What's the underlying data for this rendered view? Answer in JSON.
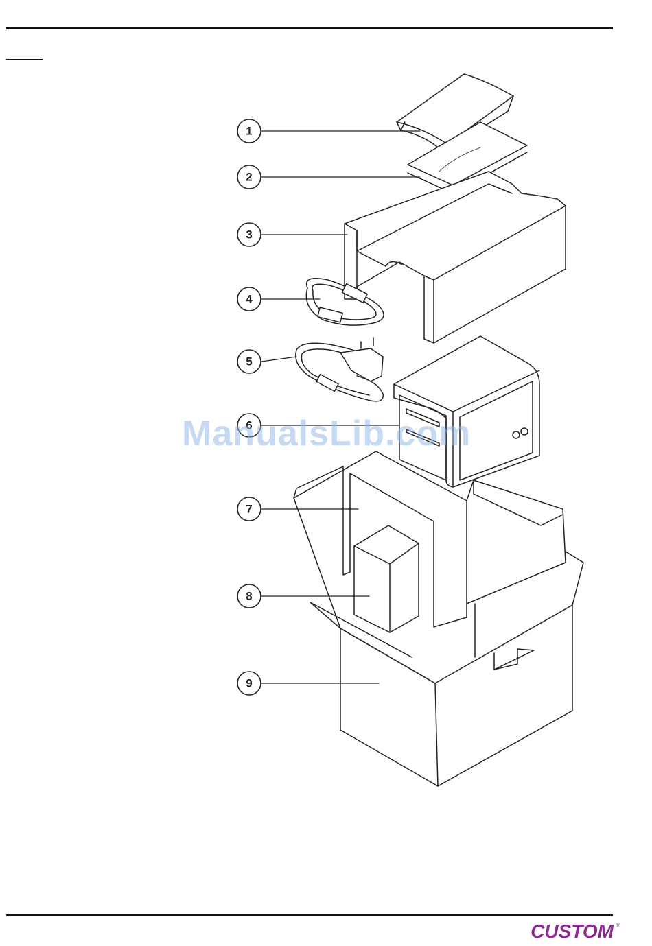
{
  "figure": {
    "callouts": [
      "1",
      "2",
      "3",
      "4",
      "5",
      "6",
      "7",
      "8",
      "9"
    ]
  },
  "watermark": {
    "text": "ManualsLib.com"
  },
  "footer": {
    "logo_text": "CUSTOM",
    "logo_mark": "®",
    "brand_color": "#8a2c8e"
  },
  "colors": {
    "line": "#222222",
    "rule": "#111111",
    "watermark": "#96b9e8"
  }
}
